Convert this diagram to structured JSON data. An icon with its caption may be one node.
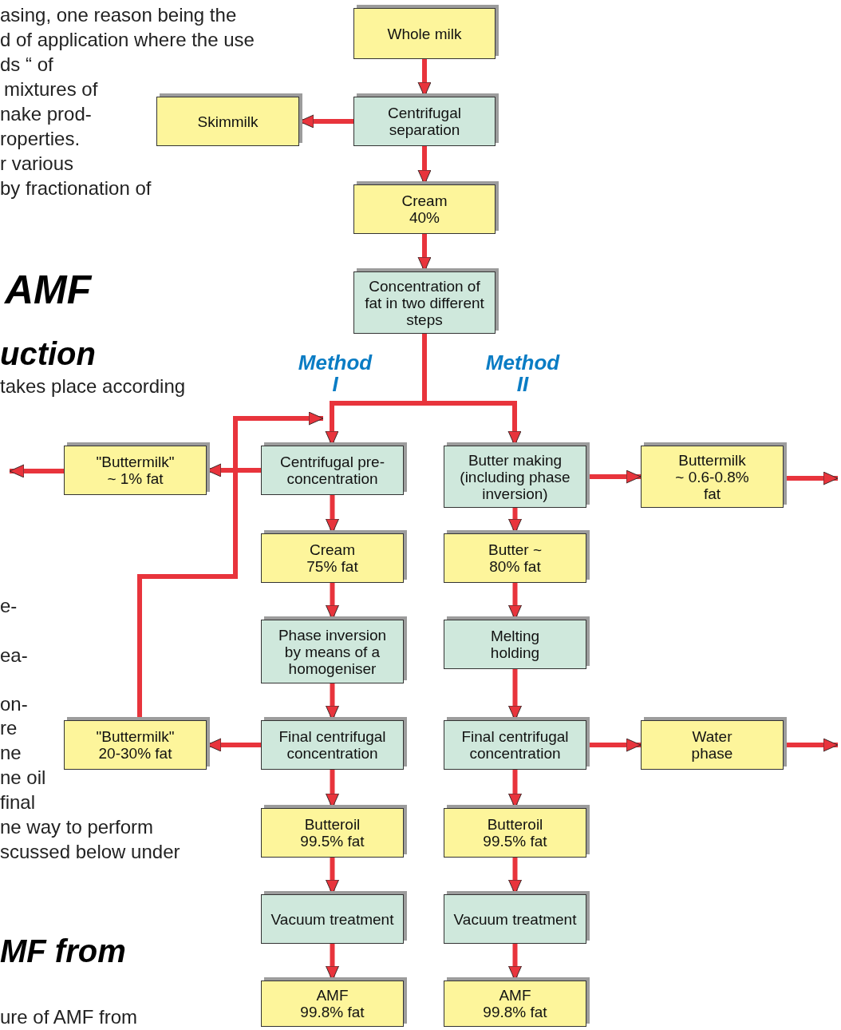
{
  "diagram": {
    "nodes": [
      {
        "text": [
          "Whole milk"
        ]
      },
      {
        "text": [
          "Skimmilk"
        ]
      },
      {
        "text": [
          "Centrifugal separation"
        ]
      },
      {
        "text": [
          "Cream 40%"
        ]
      },
      {
        "text": [
          "Concentration of fat in two different steps"
        ]
      },
      {
        "text": [
          "\"Buttermilk\" ~ 1% fat"
        ]
      },
      {
        "text": [
          "Centrifugal pre-concentration"
        ]
      },
      {
        "text": [
          "Butter making (including phase inversion)"
        ]
      },
      {
        "text": [
          "Buttermilk ~ 0.6-0.8% fat"
        ]
      },
      {
        "text": [
          "Cream 75% fat"
        ]
      },
      {
        "text": [
          "Butter ~ 80% fat"
        ]
      },
      {
        "text": [
          "Phase inversion by means of a homogeniser"
        ]
      },
      {
        "text": [
          "Melting holding"
        ]
      },
      {
        "text": [
          "\"Buttermilk\" 20-30% fat"
        ]
      },
      {
        "text": [
          "Final centrifugal concentration"
        ]
      },
      {
        "text": [
          "Final centrifugal concentration"
        ]
      },
      {
        "text": [
          "Water phase"
        ]
      },
      {
        "text": [
          "Butteroil 99.5% fat"
        ]
      },
      {
        "text": [
          "Butteroil 99.5% fat"
        ]
      },
      {
        "text": [
          "Vacuum treatment"
        ]
      },
      {
        "text": [
          "Vacuum treatment"
        ]
      },
      {
        "text": [
          "AMF 99.8% fat"
        ]
      },
      {
        "text": [
          "AMF 99.8% fat"
        ]
      }
    ],
    "edges": [
      {
        "from": 0,
        "to": 2,
        "arrow": "to"
      },
      {
        "from": 2,
        "to": 1,
        "arrow": "to"
      },
      {
        "from": 2,
        "to": 3,
        "arrow": "to"
      },
      {
        "from": 3,
        "to": 4,
        "arrow": "to"
      },
      {
        "from": 4,
        "to": 6,
        "arrow": "to"
      },
      {
        "from": 4,
        "to": 7,
        "arrow": "to"
      },
      {
        "from": 6,
        "to": 5,
        "arrow": "to"
      },
      {
        "from": 5,
        "to": null,
        "arrow": "to"
      },
      {
        "from": 7,
        "to": 8,
        "arrow": "to"
      },
      {
        "from": 8,
        "to": null,
        "arrow": "to"
      },
      {
        "from": 6,
        "to": 9,
        "arrow": "to"
      },
      {
        "from": 7,
        "to": 10,
        "arrow": "to"
      },
      {
        "from": 9,
        "to": 11,
        "arrow": "to"
      },
      {
        "from": 10,
        "to": 12,
        "arrow": "to"
      },
      {
        "from": 11,
        "to": 14,
        "arrow": "to"
      },
      {
        "from": 12,
        "to": 15,
        "arrow": "to"
      },
      {
        "from": 14,
        "to": 13,
        "arrow": "to"
      },
      {
        "from": 13,
        "to": 6,
        "arrow": "to"
      },
      {
        "from": 15,
        "to": 16,
        "arrow": "to"
      },
      {
        "from": 16,
        "to": null,
        "arrow": "to"
      },
      {
        "from": 14,
        "to": 17,
        "arrow": "to"
      },
      {
        "from": 15,
        "to": 18,
        "arrow": "to"
      },
      {
        "from": 17,
        "to": 19,
        "arrow": "to"
      },
      {
        "from": 18,
        "to": 20,
        "arrow": "to"
      },
      {
        "from": 19,
        "to": 21,
        "arrow": "to"
      },
      {
        "from": 20,
        "to": 22,
        "arrow": "to"
      }
    ],
    "labels": [
      "asing, one reason being the",
      "d of application where the use",
      "ds “ of",
      "mixtures of",
      "nake prod-",
      "roperties.",
      "r various",
      "by fractionation of",
      "AMF",
      "uction",
      "takes place according",
      "Method I",
      "Method II",
      "e-",
      "ea-",
      "on-",
      "re",
      "ne",
      "ne oil",
      "final",
      "ne way to perform",
      "scussed below under",
      "MF from",
      "ure of AMF from"
    ]
  }
}
